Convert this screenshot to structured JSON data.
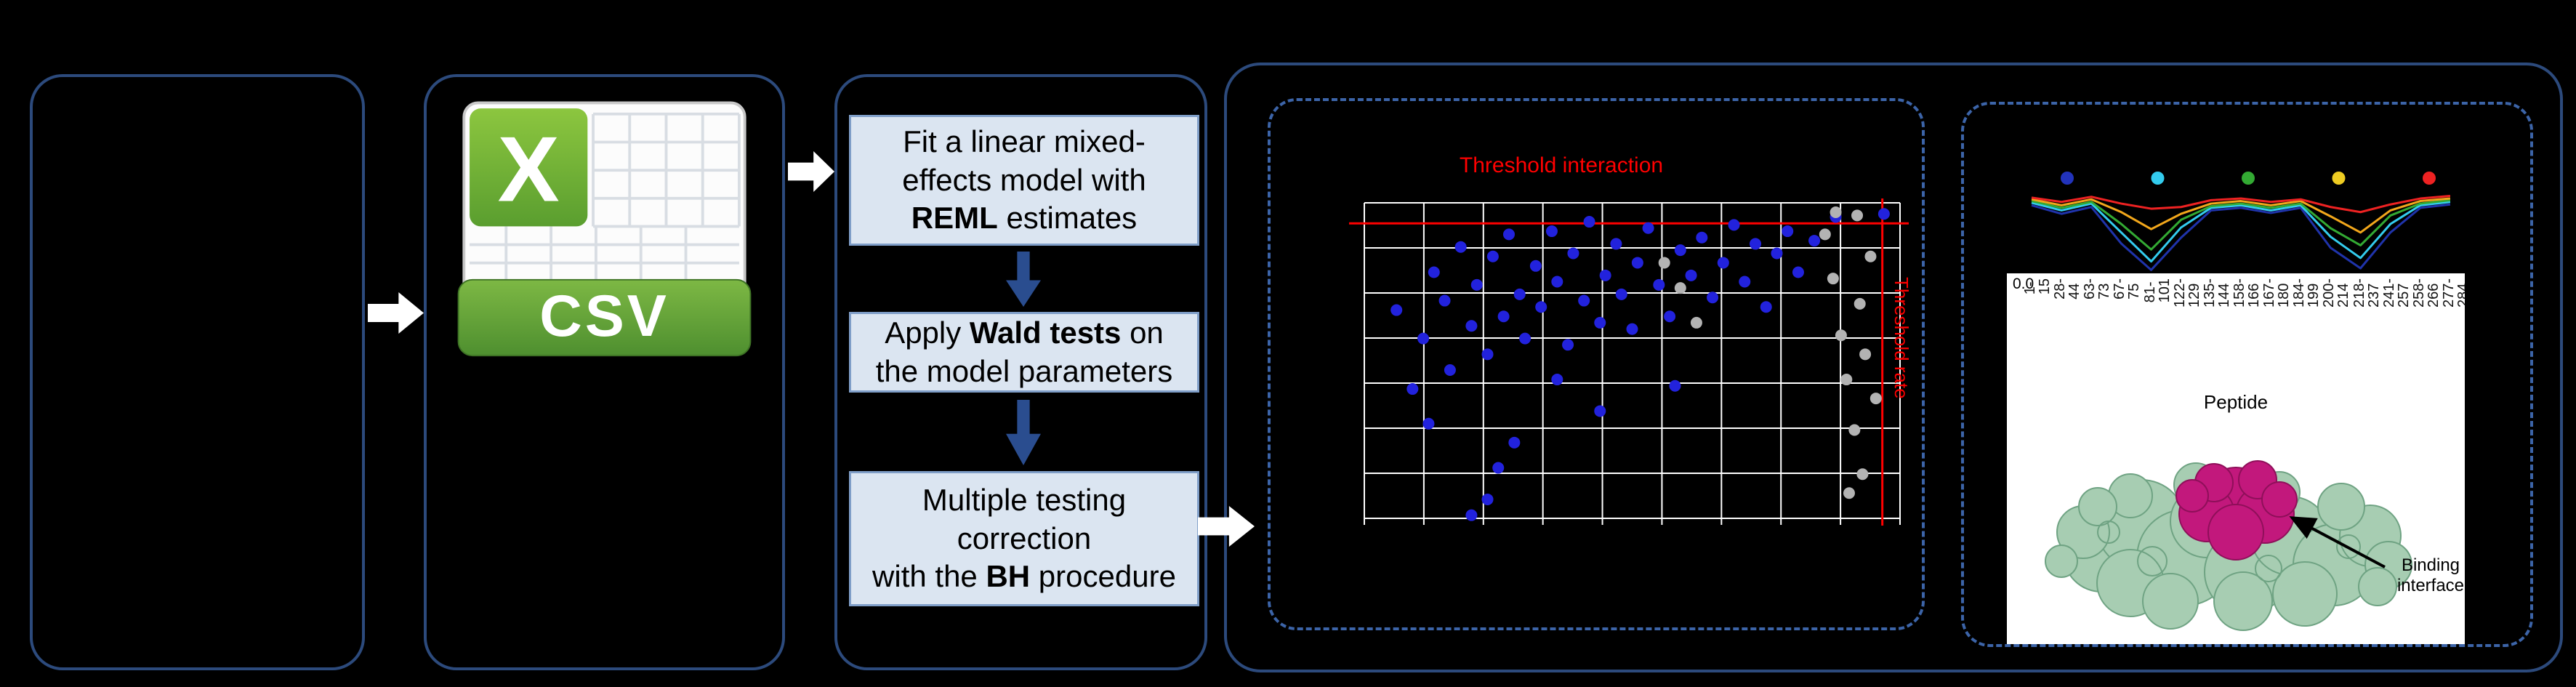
{
  "colors": {
    "background": "#000000",
    "box_border": "#2c4a7c",
    "dash_border": "#3c64a8",
    "step_fill": "#dbe5f1",
    "step_border": "#7f9ec8",
    "down_arrow": "#2a4d8f",
    "flow_arrow": "#ffffff",
    "threshold_red": "#ff0000",
    "grid_white": "#ffffff",
    "point_blue": "#2222dd",
    "point_gray": "#b3b3b3",
    "csv_green": "#72b043",
    "csv_green_dark": "#4e8f2f",
    "panel_white": "#ffffff",
    "protein_green": "#a7cdb2",
    "protein_green_dark": "#6fa383",
    "protein_magenta": "#c2187c",
    "protein_magenta_dark": "#8f0f5a"
  },
  "csv_icon": {
    "x_label": "X",
    "label": "CSV"
  },
  "steps": [
    {
      "lines": [
        [
          {
            "t": "Fit a linear mixed-"
          }
        ],
        [
          {
            "t": "effects model with"
          }
        ],
        [
          {
            "t": "REML",
            "b": true
          },
          {
            "t": " estimates"
          }
        ]
      ]
    },
    {
      "lines": [
        [
          {
            "t": "Apply "
          },
          {
            "t": "Wald tests",
            "b": true
          },
          {
            "t": " on"
          }
        ],
        [
          {
            "t": "the model parameters"
          }
        ]
      ]
    },
    {
      "lines": [
        [
          {
            "t": "Multiple testing"
          }
        ],
        [
          {
            "t": "correction"
          }
        ],
        [
          {
            "t": "with the "
          },
          {
            "t": "BH",
            "b": true
          },
          {
            "t": " procedure"
          }
        ]
      ]
    }
  ],
  "protein": {
    "annotation": [
      "Binding",
      "interface"
    ]
  },
  "chart_data": [
    {
      "type": "scatter",
      "title": "Threshold interaction",
      "right_label": "Threshold rate",
      "x_gridlines": 10,
      "y_gridlines": 8,
      "axis_range": [
        0,
        1
      ],
      "threshold_interaction_y": 0.935,
      "threshold_rate_x": 0.967,
      "series": [
        {
          "name": "blue-points",
          "color": "#2222dd",
          "points": [
            [
              0.06,
              0.66
            ],
            [
              0.09,
              0.41
            ],
            [
              0.11,
              0.57
            ],
            [
              0.13,
              0.78
            ],
            [
              0.15,
              0.69
            ],
            [
              0.16,
              0.47
            ],
            [
              0.18,
              0.86
            ],
            [
              0.2,
              0.61
            ],
            [
              0.21,
              0.74
            ],
            [
              0.23,
              0.52
            ],
            [
              0.24,
              0.83
            ],
            [
              0.26,
              0.64
            ],
            [
              0.27,
              0.9
            ],
            [
              0.29,
              0.71
            ],
            [
              0.3,
              0.57
            ],
            [
              0.32,
              0.8
            ],
            [
              0.33,
              0.67
            ],
            [
              0.35,
              0.91
            ],
            [
              0.36,
              0.75
            ],
            [
              0.38,
              0.55
            ],
            [
              0.39,
              0.84
            ],
            [
              0.41,
              0.69
            ],
            [
              0.42,
              0.94
            ],
            [
              0.44,
              0.62
            ],
            [
              0.45,
              0.77
            ],
            [
              0.47,
              0.87
            ],
            [
              0.48,
              0.71
            ],
            [
              0.5,
              0.6
            ],
            [
              0.51,
              0.81
            ],
            [
              0.53,
              0.92
            ],
            [
              0.55,
              0.74
            ],
            [
              0.57,
              0.64
            ],
            [
              0.59,
              0.85
            ],
            [
              0.61,
              0.77
            ],
            [
              0.63,
              0.89
            ],
            [
              0.65,
              0.7
            ],
            [
              0.67,
              0.81
            ],
            [
              0.69,
              0.93
            ],
            [
              0.71,
              0.75
            ],
            [
              0.73,
              0.87
            ],
            [
              0.75,
              0.67
            ],
            [
              0.77,
              0.84
            ],
            [
              0.79,
              0.91
            ],
            [
              0.81,
              0.78
            ],
            [
              0.84,
              0.88
            ],
            [
              0.28,
              0.24
            ],
            [
              0.25,
              0.16
            ],
            [
              0.44,
              0.34
            ],
            [
              0.23,
              0.06
            ],
            [
              0.2,
              0.01
            ],
            [
              0.12,
              0.3
            ],
            [
              0.97,
              0.965
            ],
            [
              0.88,
              0.955
            ],
            [
              0.58,
              0.42
            ],
            [
              0.36,
              0.44
            ]
          ]
        },
        {
          "name": "gray-points",
          "color": "#b3b3b3",
          "points": [
            [
              0.86,
              0.9
            ],
            [
              0.875,
              0.76
            ],
            [
              0.89,
              0.58
            ],
            [
              0.9,
              0.44
            ],
            [
              0.915,
              0.28
            ],
            [
              0.925,
              0.68
            ],
            [
              0.935,
              0.52
            ],
            [
              0.945,
              0.83
            ],
            [
              0.955,
              0.38
            ],
            [
              0.93,
              0.14
            ],
            [
              0.905,
              0.08
            ],
            [
              0.88,
              0.97
            ],
            [
              0.92,
              0.96
            ],
            [
              0.59,
              0.73
            ],
            [
              0.56,
              0.81
            ],
            [
              0.62,
              0.62
            ]
          ]
        }
      ]
    },
    {
      "type": "line",
      "title": "",
      "xlabel": "Peptide",
      "ylabel": "",
      "ylim": [
        0,
        1
      ],
      "y_tick_label": "0.0",
      "legend_marker_colors": [
        "#2233bb",
        "#33ccee",
        "#33aa33",
        "#eecc22",
        "#ee2222"
      ],
      "categories": [
        "1-15",
        "28-44",
        "63-73",
        "67-75",
        "81-101",
        "122-129",
        "135-144",
        "158-166",
        "167-180",
        "184-199",
        "200-214",
        "218-237",
        "241-257",
        "258-266",
        "277-284"
      ],
      "series": [
        {
          "name": "navy",
          "color": "#1f33aa",
          "values": [
            0.8,
            0.7,
            0.78,
            0.35,
            0.04,
            0.42,
            0.74,
            0.77,
            0.71,
            0.77,
            0.3,
            0.06,
            0.48,
            0.77,
            0.81
          ]
        },
        {
          "name": "cyan",
          "color": "#33ccee",
          "values": [
            0.83,
            0.74,
            0.82,
            0.48,
            0.14,
            0.54,
            0.77,
            0.8,
            0.74,
            0.8,
            0.43,
            0.18,
            0.58,
            0.8,
            0.84
          ]
        },
        {
          "name": "green",
          "color": "#33aa33",
          "values": [
            0.85,
            0.77,
            0.84,
            0.58,
            0.28,
            0.63,
            0.79,
            0.82,
            0.77,
            0.82,
            0.53,
            0.33,
            0.68,
            0.82,
            0.86
          ]
        },
        {
          "name": "orange",
          "color": "#f2a71b",
          "values": [
            0.87,
            0.8,
            0.87,
            0.72,
            0.52,
            0.7,
            0.82,
            0.85,
            0.8,
            0.85,
            0.67,
            0.48,
            0.74,
            0.85,
            0.88
          ]
        },
        {
          "name": "red",
          "color": "#ee2222",
          "values": [
            0.89,
            0.84,
            0.9,
            0.82,
            0.76,
            0.78,
            0.86,
            0.88,
            0.84,
            0.87,
            0.78,
            0.72,
            0.81,
            0.88,
            0.91
          ]
        }
      ]
    }
  ]
}
